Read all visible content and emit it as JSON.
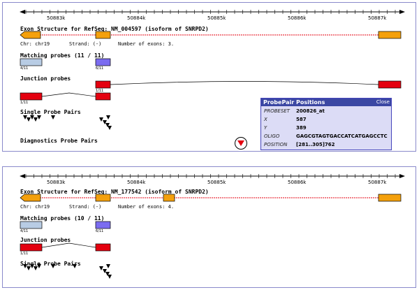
{
  "colors": {
    "exon": "#f4a00c",
    "match_probe": "#b8cce4",
    "match_probe_alt": "#7b6cf0",
    "junction": "#e4000f",
    "intron_line": "#e4000f",
    "panel_border": "#8a8acb",
    "popup_header": "#3b47a3",
    "popup_bg": "#dcdcf6"
  },
  "ruler": {
    "ticks": [
      "50883k",
      "50884k",
      "50885k",
      "50886k",
      "50887k"
    ]
  },
  "panels": [
    {
      "exon_title": "Exon Structure for RefSeq: NM_004597 (isoform of SNRPD2)",
      "chr": "Chr: chr19",
      "strand": "Strand: (-)",
      "exon_count": "Number of exons: 3.",
      "matching_title": "Matching probes (11 / 11)",
      "matching_counts": [
        "4/11",
        "6/11"
      ],
      "junction_title": "Junction probes",
      "junction_counts": [
        "1/11",
        "1/11"
      ],
      "single_title": "Single Probe Pairs",
      "diag_title": "Diagnostics Probe Pairs"
    },
    {
      "exon_title": "Exon Structure for RefSeq: NM_177542 (isoform of SNRPD2)",
      "chr": "Chr: chr19",
      "strand": "Strand: (-)",
      "exon_count": "Number of exons: 4.",
      "matching_title": "Matching probes (10 / 11)",
      "matching_counts": [
        "4/11",
        "6/11"
      ],
      "junction_title": "Junction probes",
      "junction_counts": [
        "1/11"
      ],
      "single_title": "Single Probe Pairs"
    }
  ],
  "popup": {
    "title": "ProbePair Positions",
    "close": "Close",
    "rows": [
      {
        "key": "PROBESET",
        "value": "200826_at"
      },
      {
        "key": "X",
        "value": "587"
      },
      {
        "key": "Y",
        "value": "389"
      },
      {
        "key": "OLIGO",
        "value": "GAGCGTAGTGACCATCATGAGCCTC"
      },
      {
        "key": "POSITION",
        "value": "[281..305]762"
      }
    ]
  },
  "nav_button": {
    "icon": "triangle-down-icon"
  }
}
